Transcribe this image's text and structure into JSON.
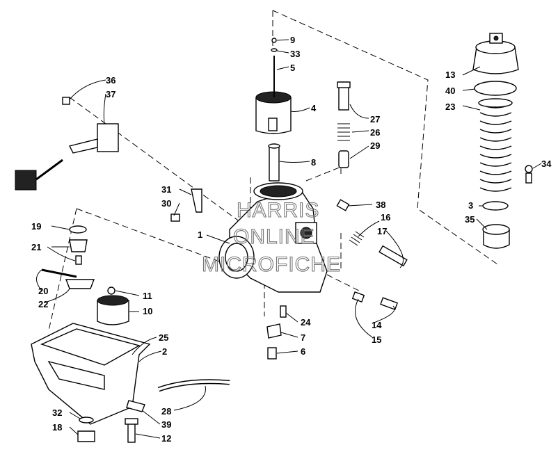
{
  "watermark": {
    "line1": "HARRIS",
    "line2": "ONLINE",
    "line3": "MICROFICHE"
  },
  "callouts": [
    "9",
    "33",
    "5",
    "4",
    "27",
    "26",
    "29",
    "8",
    "13",
    "40",
    "23",
    "34",
    "3",
    "35",
    "36",
    "37",
    "31",
    "30",
    "38",
    "16",
    "17",
    "1",
    "19",
    "21",
    "20",
    "22",
    "11",
    "10",
    "24",
    "7",
    "6",
    "14",
    "15",
    "25",
    "2",
    "28",
    "32",
    "18",
    "39",
    "12"
  ]
}
